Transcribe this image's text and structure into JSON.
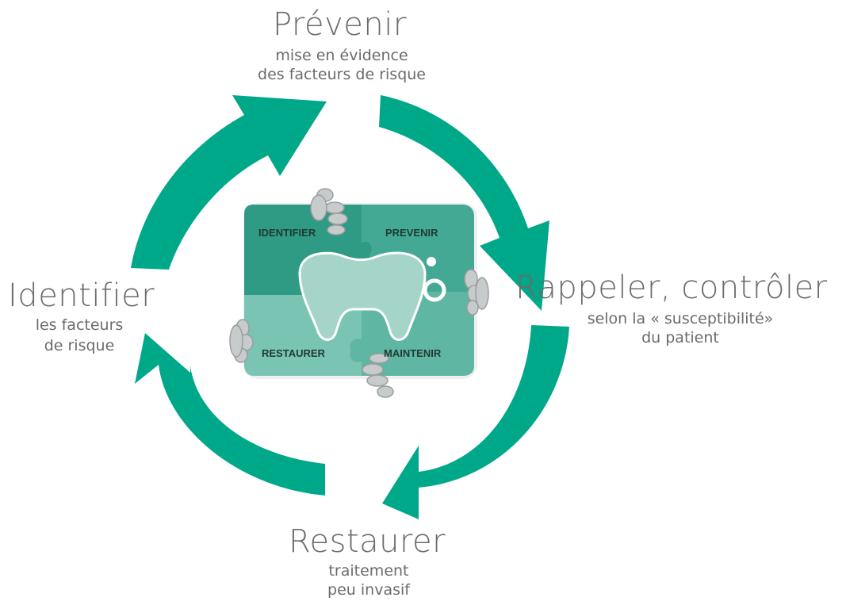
{
  "steps": {
    "prevenir": {
      "title": "Prévenir",
      "line1": "mise en évidence",
      "line2": "des facteurs de risque"
    },
    "rappeler": {
      "title": "Rappeler, contrôler",
      "line1": "selon la « susceptibilité»",
      "line2": "du patient"
    },
    "restaurer": {
      "title": "Restaurer",
      "line1": "traitement",
      "line2": "peu invasif"
    },
    "identifier": {
      "title": "Identifier",
      "line1": "les facteurs",
      "line2": "de risque"
    }
  },
  "puzzle": {
    "identifier": "IDENTIFIER",
    "prevenir": "PREVENIR",
    "restaurer": "RESTAURER",
    "maintenir": "MAINTENIR"
  },
  "colors": {
    "arrow": "#00a88a",
    "piece_top_left": "#2f9b84",
    "piece_top_right": "#44a994",
    "piece_bottom_left": "#79c4b3",
    "piece_bottom_right": "#5fb6a3",
    "tooth": "#a5d4c8",
    "text": "#6b6b6b"
  }
}
